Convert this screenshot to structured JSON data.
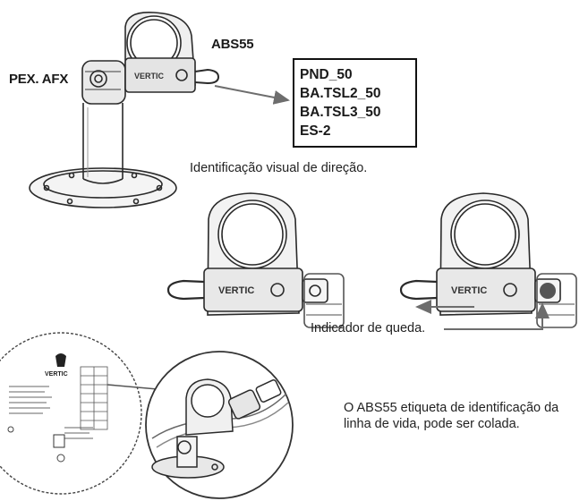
{
  "labels": {
    "abs55": "ABS55",
    "pex_afx": "PEX. AFX",
    "direction_caption": "Identificação visual de direção.",
    "fall_indicator": "Indicador de queda.",
    "tag_caption_line1": "O ABS55 etiqueta de identificação da",
    "tag_caption_line2": "linha de vida, pode ser colada.",
    "brand": "VERTIC"
  },
  "codes": [
    "PND_50",
    "BA.TSL2_50",
    "BA.TSL3_50",
    "ES-2"
  ],
  "colors": {
    "line": "#2a2a2a",
    "arrow": "#6d6d6d",
    "indicator": "#555555"
  }
}
